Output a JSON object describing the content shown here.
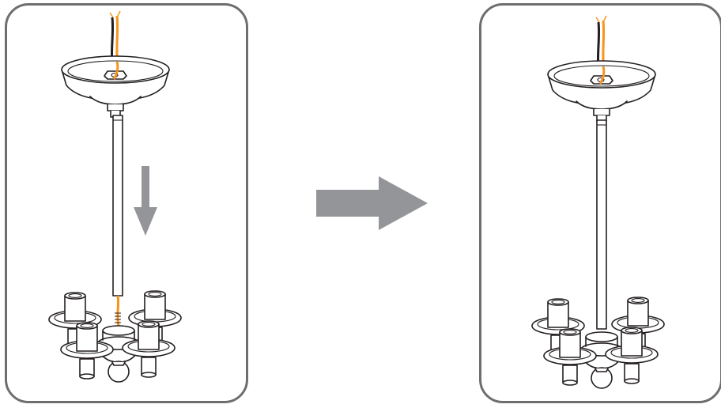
{
  "panels": [
    {
      "state": "before",
      "rod_arrow": "down"
    },
    {
      "state": "after",
      "rod_arrow": "none"
    }
  ],
  "transition_arrow": {
    "direction": "right",
    "color": "#939598"
  },
  "colors": {
    "outline": "#231f20",
    "frame": "#6d6e70",
    "wire_orange": "#f7941d",
    "wire_dark": "#231f20",
    "arrow_gray": "#939598"
  }
}
